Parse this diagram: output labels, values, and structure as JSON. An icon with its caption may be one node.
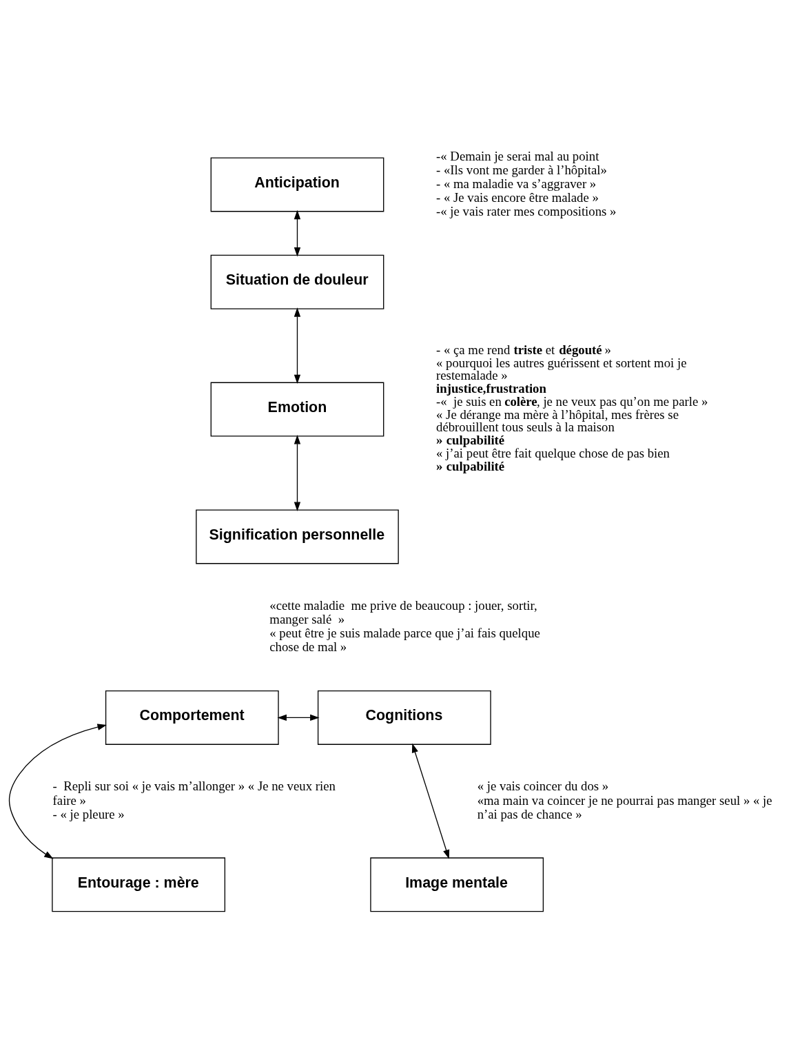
{
  "diagram": {
    "nodes": [
      {
        "text": [
          "Anticipation"
        ]
      },
      {
        "text": [
          "Situation de douleur"
        ]
      },
      {
        "text": [
          "Emotion"
        ]
      },
      {
        "text": [
          "Signification personnelle"
        ]
      },
      {
        "text": [
          "Comportement"
        ]
      },
      {
        "text": [
          "Cognitions"
        ]
      },
      {
        "text": [
          "Entourage : mère"
        ]
      },
      {
        "text": [
          "Image mentale"
        ]
      }
    ],
    "edges": [
      {
        "from": 0,
        "to": 1,
        "arrow": "both"
      },
      {
        "from": 1,
        "to": 2,
        "arrow": "both"
      },
      {
        "from": 2,
        "to": 3,
        "arrow": "both"
      },
      {
        "from": 4,
        "to": 5,
        "arrow": "both"
      },
      {
        "from": 4,
        "to": 6,
        "arrow": "both"
      },
      {
        "from": 5,
        "to": 7,
        "arrow": "both"
      }
    ],
    "labels": [
      "-« Demain je serai mal au point",
      "- «Ils vont me garder à l’hôpital»",
      "- « ma maladie va s’aggraver »",
      "- « Je vais encore être malade »",
      "-« je vais rater mes compositions »",
      "- « ça me rend **triste** et **dégouté** »",
      "« pourquoi les autres guérissent et sortent moi je restemalade »",
      "**injustice,frustration**",
      "-«  je suis en **colère**, je ne veux pas qu’on me parle »",
      "« Je dérange ma mère à l’hôpital, mes frères se débrouillent tous seuls à la maison **» culpabilité**",
      "« j’ai peut être fait quelque chose de pas bien **» culpabilité**",
      "«cette maladie  me prive de beaucoup : jouer, sortir, manger salé  »",
      "« peut être je suis malade parce que j’ai fais quelque chose de mal »",
      "-  Repli sur soi « je vais m’allonger » « Je ne veux rien faire »",
      "- « je pleure »",
      "« je vais coincer du dos »",
      "«ma main va coincer je ne pourrai pas manger seul » « je n’ai pas de chance »"
    ]
  }
}
